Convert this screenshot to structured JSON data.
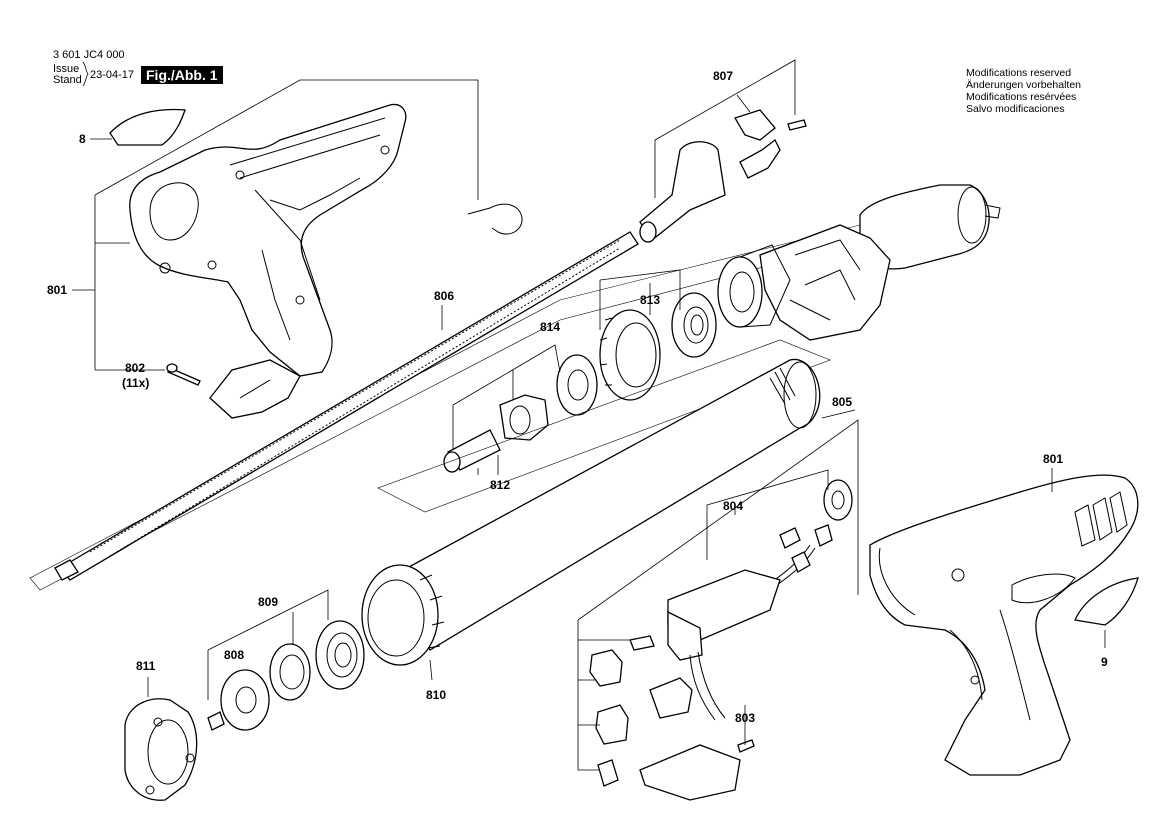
{
  "header": {
    "doc_number": "3 601 JC4 000",
    "issue_label": "Issue",
    "stand_label": "Stand",
    "date": "23-04-17",
    "figure_label": "Fig./Abb. 1"
  },
  "notes": [
    "Modifications reserved",
    "Änderungen vorbehalten",
    "Modifications resérvées",
    "Salvo modificaciones"
  ],
  "part_labels": {
    "p8": "8",
    "p801a": "801",
    "p801b": "801",
    "p802": "802",
    "p802_qty": "(11x)",
    "p803": "803",
    "p804": "804",
    "p805": "805",
    "p806": "806",
    "p807": "807",
    "p808": "808",
    "p809": "809",
    "p810": "810",
    "p811": "811",
    "p812": "812",
    "p813": "813",
    "p814": "814",
    "p9": "9"
  }
}
